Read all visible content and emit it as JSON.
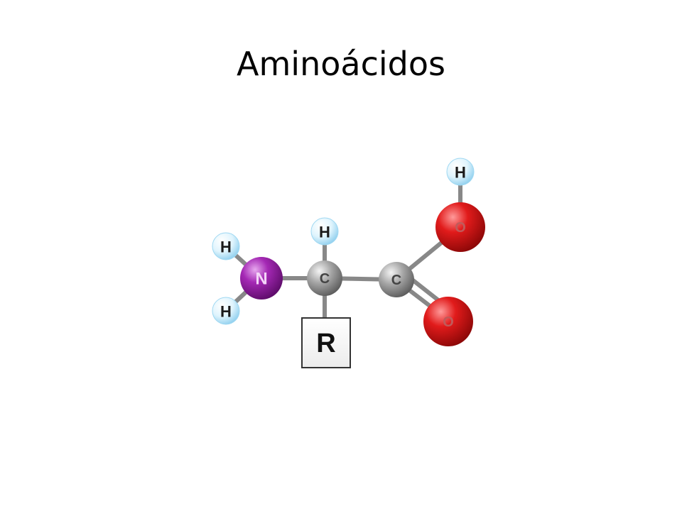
{
  "slide": {
    "title": "Aminoácidos"
  },
  "molecule": {
    "atoms": {
      "h_amine_top": "H",
      "h_amine_bottom": "H",
      "nitrogen": "N",
      "alpha_hydrogen": "H",
      "alpha_carbon": "C",
      "carboxyl_carbon": "C",
      "hydroxyl_oxygen": "O",
      "hydroxyl_hydrogen": "H",
      "carbonyl_oxygen": "O"
    },
    "side_chain": "R",
    "colors": {
      "hydrogen": "#bfe6f7",
      "nitrogen": "#8e1a9c",
      "carbon": "#8c8c8c",
      "oxygen": "#d61a1a",
      "bond": "#888888"
    }
  }
}
